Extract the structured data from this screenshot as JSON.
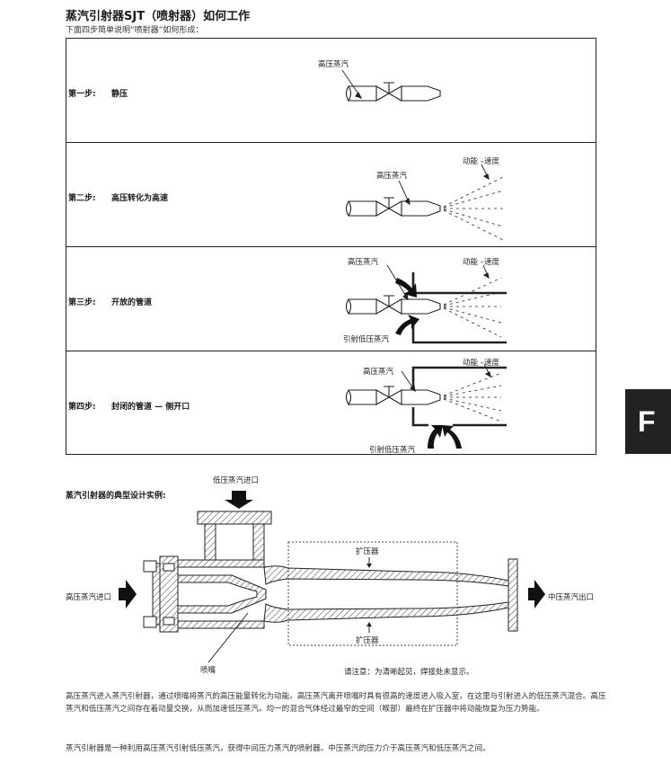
{
  "header": {
    "title": "蒸汽引射器SJT（喷射器）如何工作",
    "subtitle": "下面四步简单说明“喷射器”如何形成："
  },
  "steps": [
    {
      "label": "第一步:",
      "name": "静压",
      "labels": [
        "高压蒸汽"
      ]
    },
    {
      "label": "第二步:",
      "name": "高压转化为高速",
      "labels": [
        "动能 –速度",
        "高压蒸汽"
      ]
    },
    {
      "label": "第三步:",
      "name": "开放的管道",
      "labels": [
        "高压蒸汽",
        "动能 –速度",
        "引射低压蒸汽"
      ]
    },
    {
      "label": "第四步:",
      "name": "封闭的管道 — 侧开口",
      "labels": [
        "动能 –速度",
        "高压蒸汽",
        "引射低压蒸汽"
      ]
    }
  ],
  "side_tab": "F",
  "example": {
    "heading": "蒸汽引射器的典型设计实例:",
    "low_inlet": "低压蒸汽进口",
    "diffuser_top": "扩压器",
    "diffuser_bottom": "扩压器",
    "high_inlet": "高压蒸汽进口",
    "mid_outlet": "中压蒸汽出口",
    "nozzle": "喷嘴",
    "note": "请注意：为清晰起见，焊接处未显示。"
  },
  "paragraphs": [
    "高压蒸汽进入蒸汽引射器，通过喷嘴将蒸汽的高压能量转化为动能。高压蒸汽离开喷嘴时具有很高的速度进入吸入室，在这里与引射进入的低压蒸汽混合。高压蒸汽和低压蒸汽之间存在着动量交换，从而加速低压蒸汽。均一的混合气体经过最窄的空间（喉部）最终在扩压器中将动能恢复为压力势能。",
    "蒸汽引射器是一种利用高压蒸汽引射低压蒸汽，获得中间压力蒸汽的喷射器。中压蒸汽的压力介于高压蒸汽和低压蒸汽之间。"
  ],
  "colors": {
    "ink": "#222222",
    "tab_bg": "#222222",
    "tab_text": "#ffffff",
    "hatch": "#555555"
  }
}
